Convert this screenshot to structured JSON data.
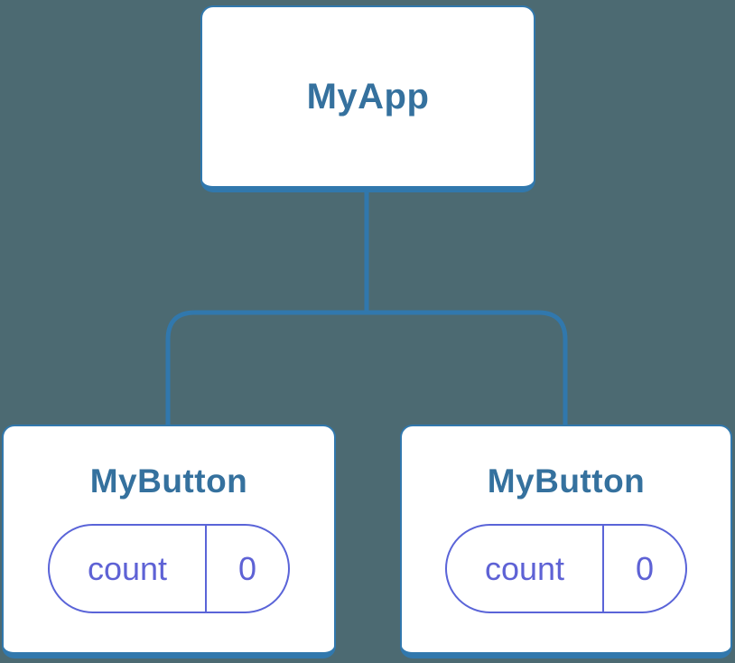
{
  "diagram": {
    "kind": "component-tree",
    "colors": {
      "background": "#4c6a72",
      "node_fill": "#ffffff",
      "node_border": "#3178ad",
      "connector": "#3178ad",
      "title_text": "#35719e",
      "state_border": "#5a64d8",
      "state_text": "#5e62d5"
    },
    "tree": {
      "root": {
        "label": "MyApp"
      },
      "children": [
        {
          "label": "MyButton",
          "state": {
            "key": "count",
            "value": "0"
          }
        },
        {
          "label": "MyButton",
          "state": {
            "key": "count",
            "value": "0"
          }
        }
      ]
    }
  }
}
